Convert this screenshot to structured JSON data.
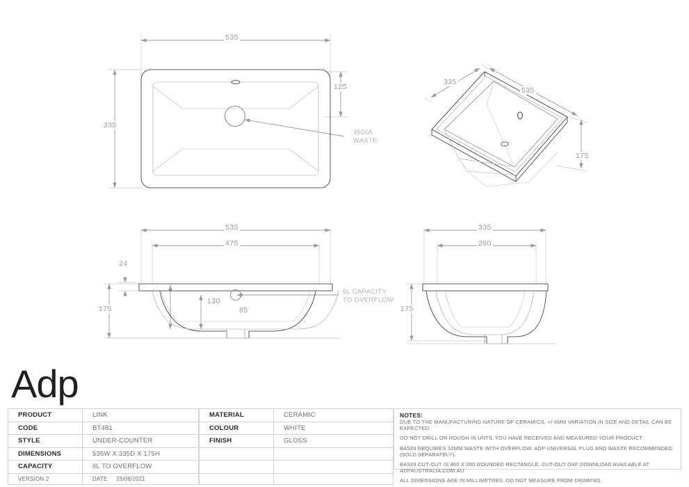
{
  "brand": {
    "logo_text": "Adp"
  },
  "views": {
    "plan": {
      "name": "top-plan-view",
      "dims": {
        "width": "535",
        "depth": "335",
        "waste_offset": "125"
      },
      "callout": {
        "line1": "45DIA",
        "line2": "WASTE"
      }
    },
    "isometric": {
      "name": "isometric-view",
      "dims": {
        "depth": "335",
        "width": "535",
        "height": "175"
      }
    },
    "front": {
      "name": "front-elevation",
      "dims": {
        "overall_width": "535",
        "bowl_width": "475",
        "rim_thickness": "24",
        "height": "175",
        "bowl_depth": "130",
        "overflow_height": "85"
      },
      "callout": {
        "line1": "6L CAPACITY",
        "line2": "TO OVERFLOW"
      }
    },
    "side": {
      "name": "side-elevation",
      "dims": {
        "overall_depth": "335",
        "bowl_depth": "280",
        "height": "175"
      }
    }
  },
  "spec_main": {
    "rows": [
      {
        "key": "PRODUCT",
        "value": "LINK"
      },
      {
        "key": "CODE",
        "value": "BT481"
      },
      {
        "key": "STYLE",
        "value": "UNDER-COUNTER"
      },
      {
        "key": "DIMENSIONS",
        "value": "535W X 335D X 175H"
      },
      {
        "key": "CAPACITY",
        "value": "6L  TO OVERFLOW"
      }
    ],
    "version_label": "VERSION 2",
    "date_label": "DATE",
    "date_value": "23/08/2021"
  },
  "spec_material": {
    "rows": [
      {
        "key": "MATERIAL",
        "value": "CERAMIC"
      },
      {
        "key": "COLOUR",
        "value": "WHITE"
      },
      {
        "key": "FINISH",
        "value": "GLOSS"
      }
    ]
  },
  "notes": {
    "heading": "NOTES:",
    "lines": [
      "DUE TO THE MANUFACTURING NATURE OF CERAMICS, +/-5MM VARIATION IN SIZE AND DETAIL CAN BE EXPECTED.",
      "DO NOT DRILL OR ROUGH IN UNTIL YOU HAVE RECEIVED AND MEASURED YOUR PRODUCT.",
      "BASIN REQUIRES 32MM WASTE WITH OVERFLOW. ADP UNIVERSAL PLUG AND WASTE RECOMMENDED (SOLD SEPARATELY).",
      "BASIN CUT-OUT IS 460 X 260 ROUNDED RECTANGLE. CUT-OUT DXF DOWNLOAD AVAILABLE AT ADPAUSTRALIA.COM.AU",
      "ALL DIMENSIONS ARE IN MILLIMETRES. DO NOT MEASURE FROM DRAWING."
    ]
  },
  "colors": {
    "outline": "#5a5a5a",
    "light_outline": "#b9b9b9",
    "dimension": "#9a9a9a",
    "table_border": "#d2d2d2",
    "text_dark": "#2b2b2b",
    "text_gray": "#6e6e6e"
  }
}
